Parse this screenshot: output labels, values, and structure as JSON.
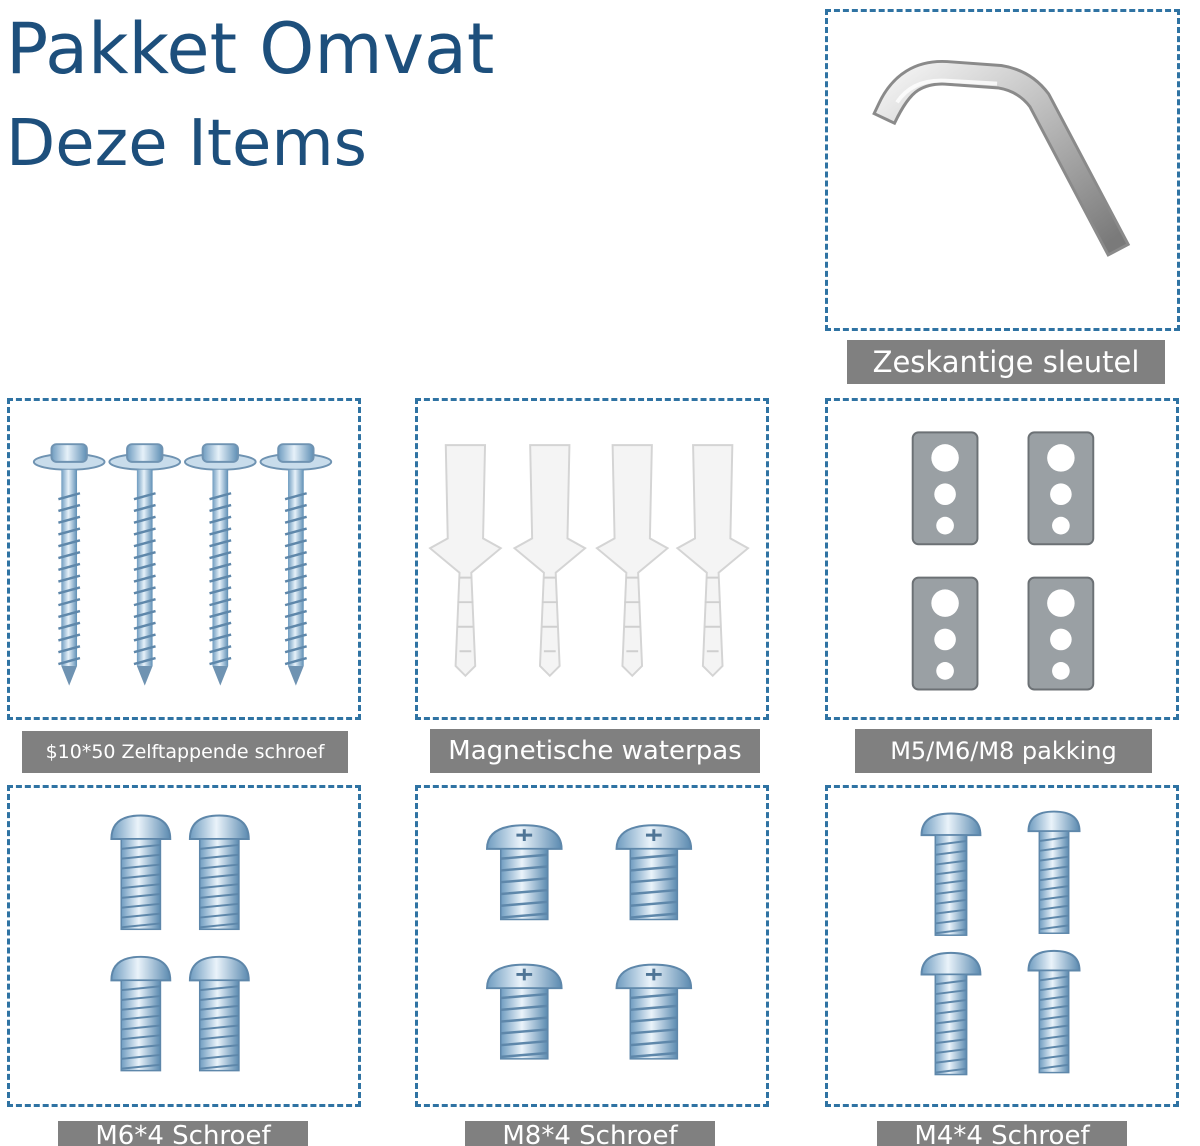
{
  "header": {
    "title": "Pakket Omvat",
    "subtitle": "Deze Items"
  },
  "colors": {
    "title": "#1d4f7c",
    "frame_border": "#2f73a3",
    "label_background": "#808080",
    "label_text": "#ffffff",
    "metal": "#a9c6dd",
    "plastic": "#f2f2f2",
    "plate": "#9aa0a4"
  },
  "items": [
    {
      "id": "hex-key",
      "label": "Zeskantige sleutel",
      "icon": "hex-key-icon"
    },
    {
      "id": "lag-screw",
      "label": "$10*50 Zelftappende schroef",
      "icon": "self-tapping-screw-icon"
    },
    {
      "id": "anchor",
      "label": "Magnetische waterpas",
      "icon": "wall-anchor-icon"
    },
    {
      "id": "spacer",
      "label": "M5/M6/M8 pakking",
      "icon": "spacer-plate-icon"
    },
    {
      "id": "m6",
      "label": "M6*4 Schroef",
      "icon": "m6-bolt-icon"
    },
    {
      "id": "m8",
      "label": "M8*4 Schroef",
      "icon": "m8-bolt-icon"
    },
    {
      "id": "m4",
      "label": "M4*4 Schroef",
      "icon": "m4-bolt-icon"
    }
  ]
}
